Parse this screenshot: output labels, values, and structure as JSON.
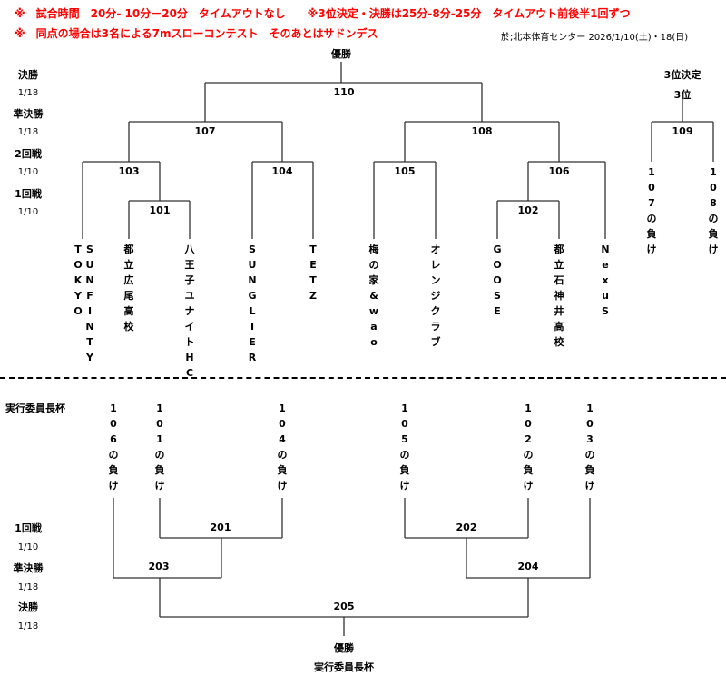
{
  "notes": [
    "※　試合時間　20分- 10分－20分　タイムアウトなし　　※3位決定・決勝は25分-8分-25分　タイムアウト前後半1回ずつ",
    "※　同点の場合は3名による7mスローコンテスト　そのあとはサドンデス"
  ],
  "venue": "於;北本体育センター 2026/1/10(土)・18(日)",
  "main_bracket": {
    "winner_label": "優勝",
    "rounds": [
      {
        "name": "決勝",
        "date": "1/18"
      },
      {
        "name": "準決勝",
        "date": "1/18"
      },
      {
        "name": "2回戦",
        "date": "1/10"
      },
      {
        "name": "1回戦",
        "date": "1/10"
      }
    ],
    "matches": {
      "final": "110",
      "semi_left": "107",
      "semi_right": "108",
      "r2_a": "103",
      "r2_b": "104",
      "r2_c": "105",
      "r2_d": "106",
      "r1_a": "101",
      "r1_b": "102"
    },
    "teams": [
      {
        "name": "TOKYO"
      },
      {
        "name": "SUNFINTY"
      },
      {
        "name": "都立広尾高校"
      },
      {
        "name": "八王子ユナイトHC"
      },
      {
        "name": "SUNGLIER"
      },
      {
        "name": "TETZ"
      },
      {
        "name": "梅の家&wao"
      },
      {
        "name": "オレンジクラブ"
      },
      {
        "name": "GOOSE"
      },
      {
        "name": "都立石神井高校"
      },
      {
        "name": "NexuS"
      }
    ]
  },
  "third_place": {
    "title": "3位決定",
    "label": "3位",
    "match": "109",
    "entrants": [
      "107の負け",
      "108の負け"
    ]
  },
  "consolation_bracket": {
    "title": "実行委員長杯",
    "winner_label": "優勝",
    "winner_caption": "実行委員長杯",
    "rounds": [
      {
        "name": "1回戦",
        "date": "1/10"
      },
      {
        "name": "準決勝",
        "date": "1/18"
      },
      {
        "name": "決勝",
        "date": "1/18"
      }
    ],
    "matches": {
      "r1_left": "201",
      "r1_right": "202",
      "semi_left": "203",
      "semi_right": "204",
      "final": "205"
    },
    "entrants": [
      "106の負け",
      "101の負け",
      "104の負け",
      "105の負け",
      "102の負け",
      "103の負け"
    ]
  }
}
